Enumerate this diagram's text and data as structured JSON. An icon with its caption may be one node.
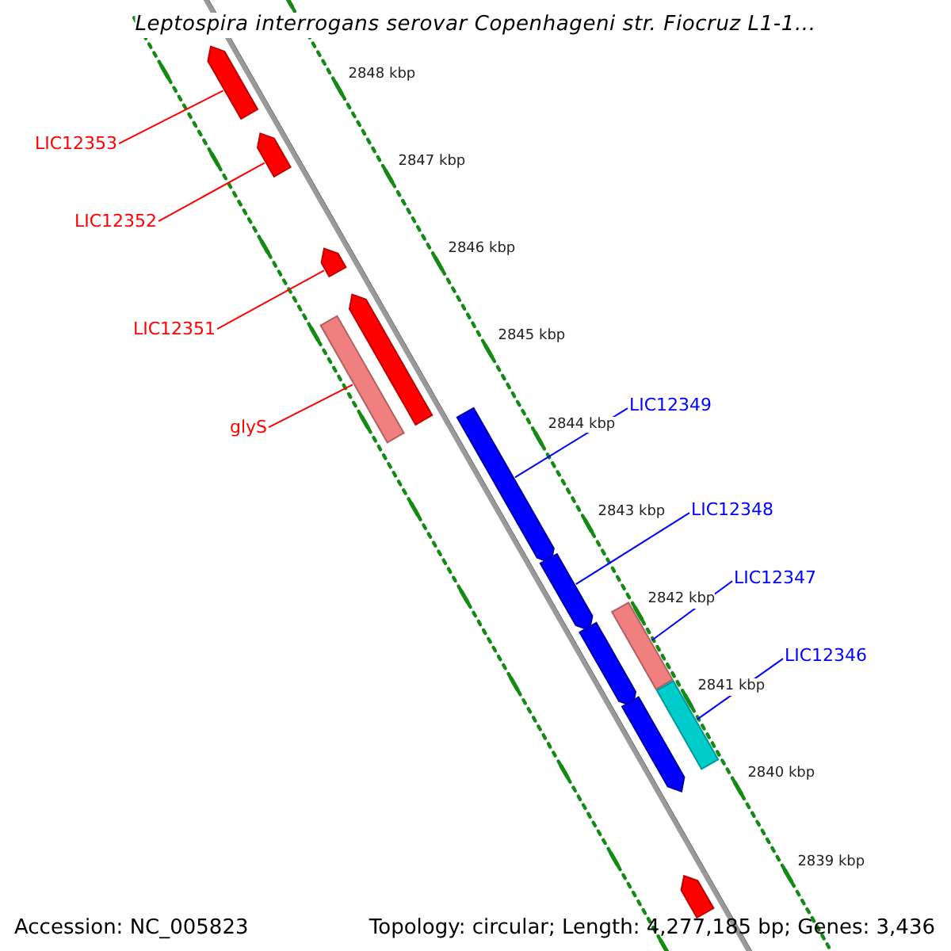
{
  "diagram": {
    "title": "Leptospira interrogans serovar Copenhageni str. Fiocruz L1-1...",
    "nodes": [
      {
        "text": [
          "LIC12353"
        ]
      },
      {
        "text": [
          "LIC12352"
        ]
      },
      {
        "text": [
          "LIC12351"
        ]
      },
      {
        "text": [
          "glyS"
        ]
      },
      {
        "text": [
          "LIC12349"
        ]
      },
      {
        "text": [
          "LIC12348"
        ]
      },
      {
        "text": [
          "LIC12347"
        ]
      },
      {
        "text": [
          "LIC12346"
        ]
      },
      {
        "text": [],
        "shape": "pentagon"
      },
      {
        "text": [],
        "shape": "pentagon"
      },
      {
        "text": [],
        "shape": "pentagon"
      },
      {
        "text": [],
        "shape": "bar"
      },
      {
        "text": [],
        "shape": "pentagon"
      },
      {
        "text": [],
        "shape": "pentagon"
      },
      {
        "text": [],
        "shape": "pentagon"
      },
      {
        "text": [],
        "shape": "bar"
      },
      {
        "text": [],
        "shape": "pentagon"
      },
      {
        "text": [],
        "shape": "bar"
      },
      {
        "text": [],
        "shape": "pentagon"
      },
      {
        "text": [],
        "shape": "pentagon"
      }
    ],
    "edges": [
      {
        "from": 0,
        "to": 8,
        "arrow": "none",
        "color": "#ff0000"
      },
      {
        "from": 1,
        "to": 9,
        "arrow": "none",
        "color": "#ff0000"
      },
      {
        "from": 2,
        "to": 10,
        "arrow": "none",
        "color": "#ff0000"
      },
      {
        "from": 3,
        "to": 11,
        "arrow": "none",
        "color": "#ff0000"
      },
      {
        "from": 4,
        "to": 13,
        "arrow": "none",
        "color": "#0000ff"
      },
      {
        "from": 5,
        "to": 14,
        "arrow": "none",
        "color": "#0000ff"
      },
      {
        "from": 6,
        "to": 15,
        "arrow": "none",
        "color": "#0000ff"
      },
      {
        "from": 7,
        "to": 17,
        "arrow": "none",
        "color": "#0000ff"
      }
    ],
    "labels": [
      "2848 kbp",
      "2847 kbp",
      "2846 kbp",
      "2845 kbp",
      "2844 kbp",
      "2843 kbp",
      "2842 kbp",
      "2841 kbp",
      "2840 kbp",
      "2839 kbp",
      "Accession: NC_005823",
      "Topology: circular; Length: 4,277,185 bp; Genes: 3,436"
    ]
  }
}
